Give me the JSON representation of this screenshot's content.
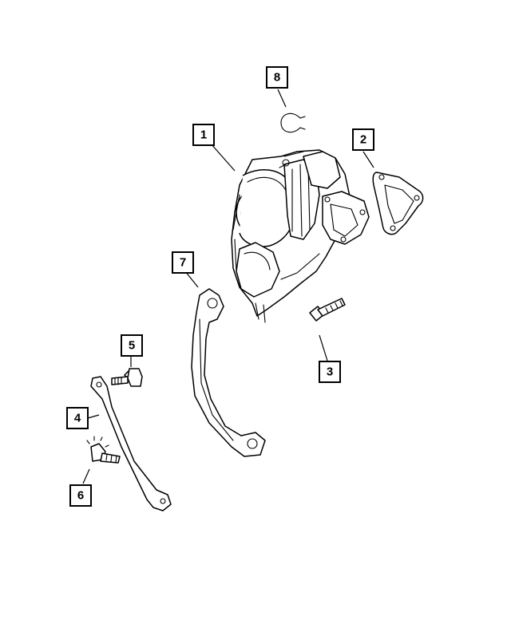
{
  "diagram": {
    "callouts": [
      {
        "id": "callout-1",
        "label": "1"
      },
      {
        "id": "callout-2",
        "label": "2"
      },
      {
        "id": "callout-3",
        "label": "3"
      },
      {
        "id": "callout-4",
        "label": "4"
      },
      {
        "id": "callout-5",
        "label": "5"
      },
      {
        "id": "callout-6",
        "label": "6"
      },
      {
        "id": "callout-7",
        "label": "7"
      },
      {
        "id": "callout-8",
        "label": "8"
      }
    ],
    "parts": [
      {
        "callout": "1",
        "icon": "turbocharger-icon"
      },
      {
        "callout": "2",
        "icon": "gasket-icon"
      },
      {
        "callout": "3",
        "icon": "bolt-icon"
      },
      {
        "callout": "4",
        "icon": "support-bracket-icon"
      },
      {
        "callout": "5",
        "icon": "bolt-icon"
      },
      {
        "callout": "6",
        "icon": "bolt-icon"
      },
      {
        "callout": "7",
        "icon": "bracket-icon"
      },
      {
        "callout": "8",
        "icon": "retaining-clip-icon"
      }
    ],
    "colors": {
      "line": "#000000",
      "background": "#ffffff"
    }
  }
}
